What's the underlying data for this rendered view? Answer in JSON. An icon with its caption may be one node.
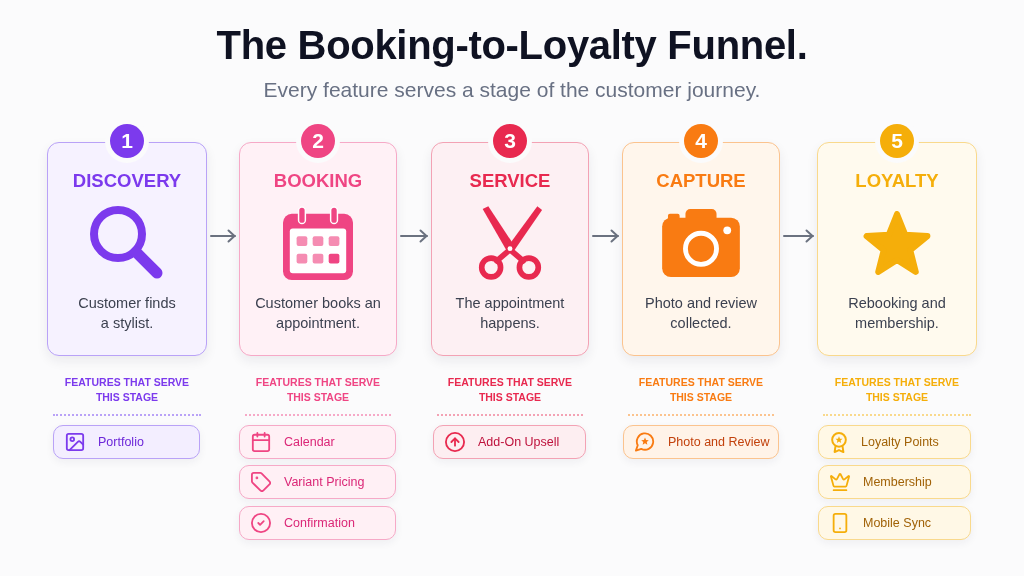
{
  "diagram": {
    "title": "The Booking-to-Loyalty Funnel.",
    "nodes": [
      {
        "text": [
          "1",
          "DISCOVERY",
          "Customer finds a stylist."
        ]
      },
      {
        "text": [
          "2",
          "BOOKING",
          "Customer books an appointment."
        ]
      },
      {
        "text": [
          "3",
          "SERVICE",
          "The appointment happens."
        ]
      },
      {
        "text": [
          "4",
          "CAPTURE",
          "Photo and review collected."
        ]
      },
      {
        "text": [
          "5",
          "LOYALTY",
          "Rebooking and membership."
        ]
      },
      {
        "text": [
          "Portfolio"
        ]
      },
      {
        "text": [
          "Calendar"
        ]
      },
      {
        "text": [
          "Variant Pricing"
        ]
      },
      {
        "text": [
          "Confirmation"
        ]
      },
      {
        "text": [
          "Add-On Upsell"
        ]
      },
      {
        "text": [
          "Photo and Review"
        ]
      },
      {
        "text": [
          "Loyalty Points"
        ]
      },
      {
        "text": [
          "Membership"
        ]
      },
      {
        "text": [
          "Mobile Sync"
        ]
      }
    ],
    "edges": [
      {
        "from": 0,
        "to": 1,
        "arrow": "to"
      },
      {
        "from": 1,
        "to": 2,
        "arrow": "to"
      },
      {
        "from": 2,
        "to": 3,
        "arrow": "to"
      },
      {
        "from": 3,
        "to": 4,
        "arrow": "to"
      }
    ],
    "labels": [
      "Every feature serves a stage of the customer journey.",
      "FEATURES THAT SERVE THIS STAGE",
      "FEATURES THAT SERVE THIS STAGE",
      "FEATURES THAT SERVE THIS STAGE",
      "FEATURES THAT SERVE THIS STAGE",
      "FEATURES THAT SERVE THIS STAGE"
    ]
  }
}
